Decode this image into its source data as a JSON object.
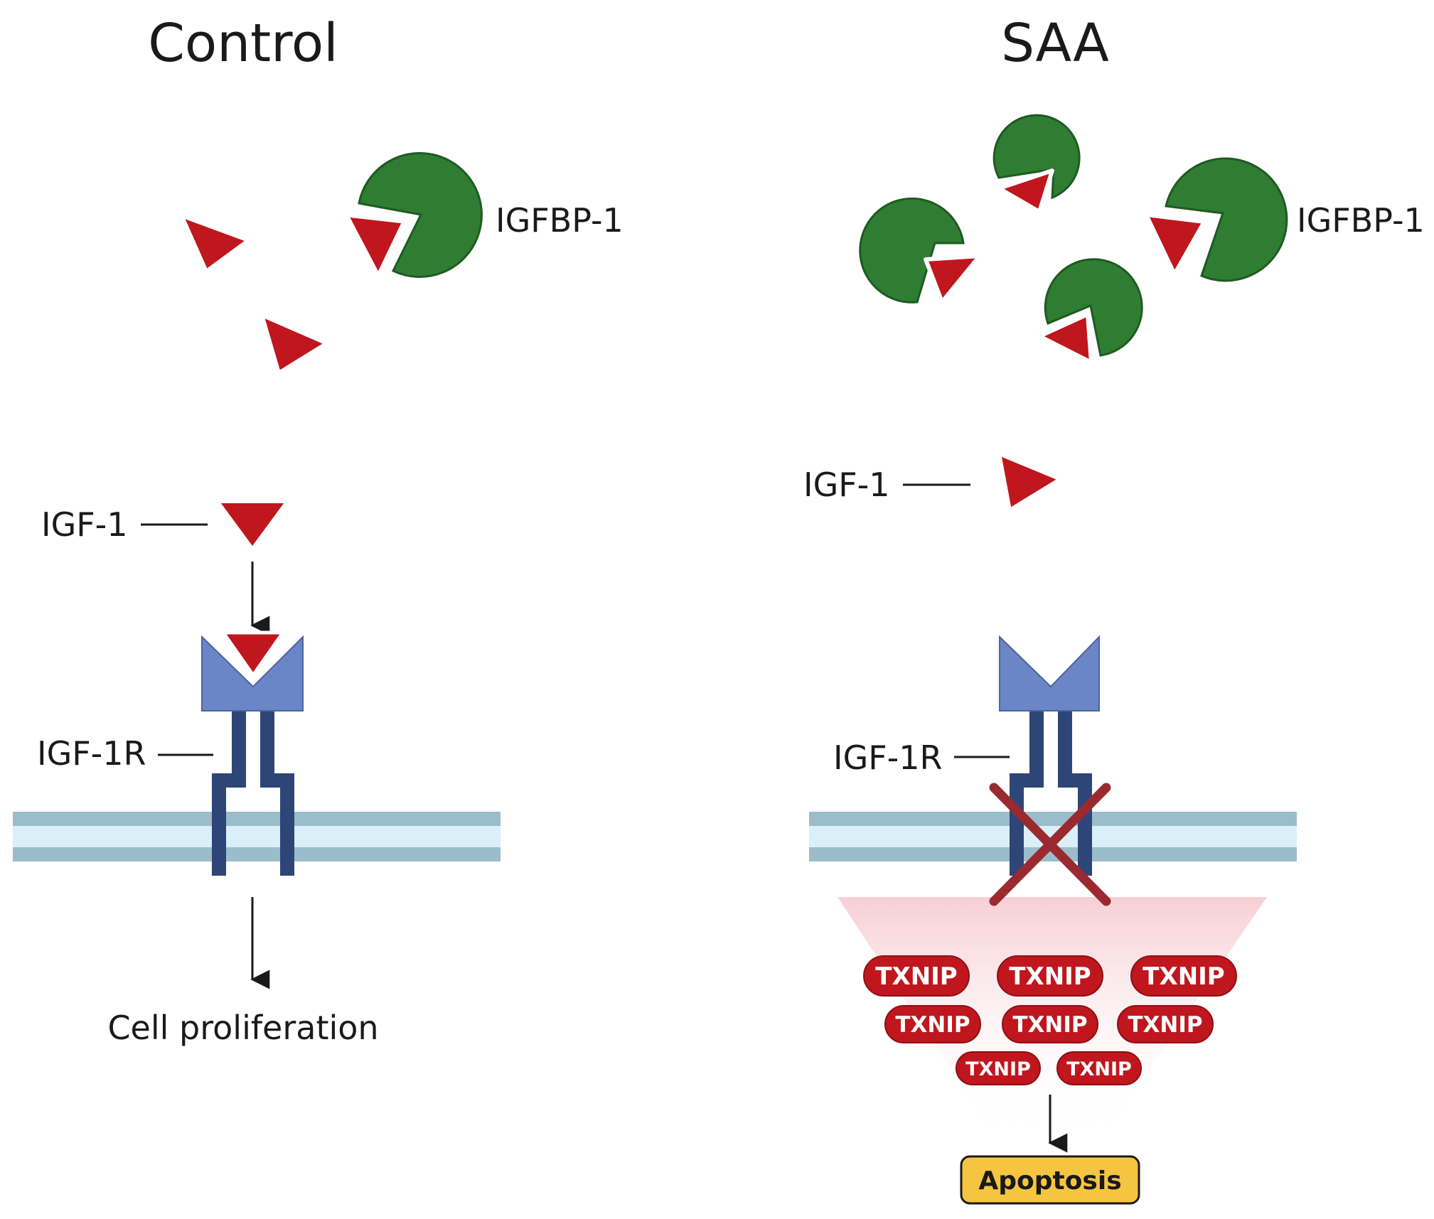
{
  "panels": {
    "control": {
      "title": "Control",
      "igfbp_label": "IGFBP-1",
      "igf_label": "IGF-1",
      "receptor_label": "IGF-1R",
      "outcome_label": "Cell proliferation"
    },
    "saa": {
      "title": "SAA",
      "igfbp_label": "IGFBP-1",
      "igf_label": "IGF-1",
      "receptor_label": "IGF-1R",
      "txnip_labels": [
        "TXNIP",
        "TXNIP",
        "TXNIP",
        "TXNIP",
        "TXNIP",
        "TXNIP",
        "TXNIP",
        "TXNIP"
      ],
      "outcome_label": "Apoptosis"
    }
  },
  "colors": {
    "igf": "#c0161e",
    "igfbp": "#2f7d32",
    "igfbp_stroke": "#1f5a22",
    "receptor_head": "#6a86c6",
    "receptor_stalk": "#2e4578",
    "membrane_dark": "#9bbccb",
    "membrane_light": "#daeff8",
    "txnip": "#c0161e",
    "apoptosis": "#f5c542",
    "inhibit_x": "#9a2a30"
  }
}
